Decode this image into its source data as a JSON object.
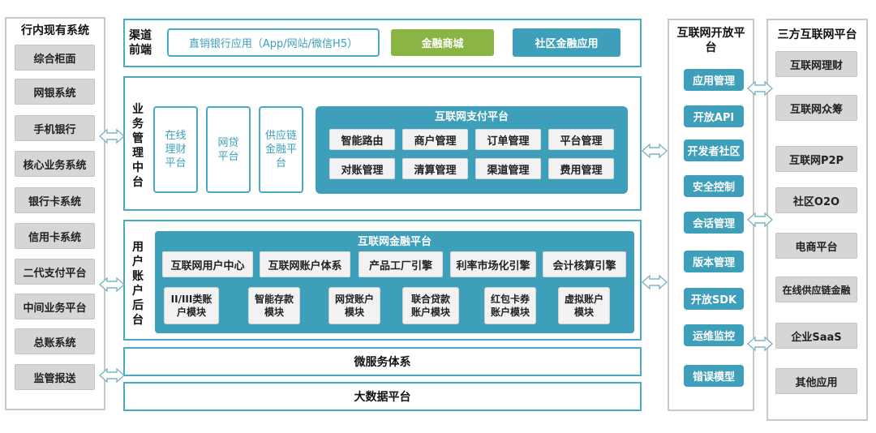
{
  "left_panel": {
    "title": "行内现有系统",
    "items": [
      "综合柜面",
      "网银系统",
      "手机银行",
      "核心业务系统",
      "银行卡系统",
      "信用卡系统",
      "二代支付平台",
      "中间业务平台",
      "总账系统",
      "监管报送"
    ]
  },
  "channel_front": {
    "label": "渠道前端",
    "direct_bank_app": "直销银行应用（App/网站/微信H5）",
    "finance_mall": "金融商城",
    "community_finance": "社区金融应用"
  },
  "business_mid": {
    "label": "业务管理中台",
    "boxes": [
      "在线理财平台",
      "网贷平台",
      "供应链金融平台"
    ],
    "payment_platform": {
      "title": "互联网支付平台",
      "items": [
        "智能路由",
        "商户管理",
        "订单管理",
        "平台管理",
        "对账管理",
        "清算管理",
        "渠道管理",
        "费用管理"
      ]
    }
  },
  "user_account_back": {
    "label": "用户账户后台",
    "finance_platform": {
      "title": "互联网金融平台",
      "row1": [
        "互联网用户中心",
        "互联网账户体系",
        "产品工厂引擎",
        "利率市场化引擎",
        "会计核算引擎"
      ],
      "row2": [
        "II/III类账户模块",
        "智能存款模块",
        "网贷账户模块",
        "联合贷款账户模块",
        "红包卡券账户模块",
        "虚拟账户模块"
      ]
    }
  },
  "bottom_bars": {
    "microservice": "微服务体系",
    "bigdata": "大数据平台"
  },
  "open_platform": {
    "title": "互联网开放平台",
    "items": [
      "应用管理",
      "开放API",
      "开发者社区",
      "安全控制",
      "会话管理",
      "版本管理",
      "开放SDK",
      "运维监控",
      "错误模型"
    ]
  },
  "third_party": {
    "title": "三方互联网平台",
    "items": [
      "互联网理财",
      "互联网众筹",
      "互联网P2P",
      "社区O2O",
      "电商平台",
      "在线供应链金融",
      "企业SaaS",
      "其他应用"
    ]
  },
  "colors": {
    "teal": "#3d9fb9",
    "teal_border": "#4aa9c3",
    "green": "#8ab545",
    "grey_box": "#d6d6d6",
    "panel_border": "#c8c8c8"
  }
}
